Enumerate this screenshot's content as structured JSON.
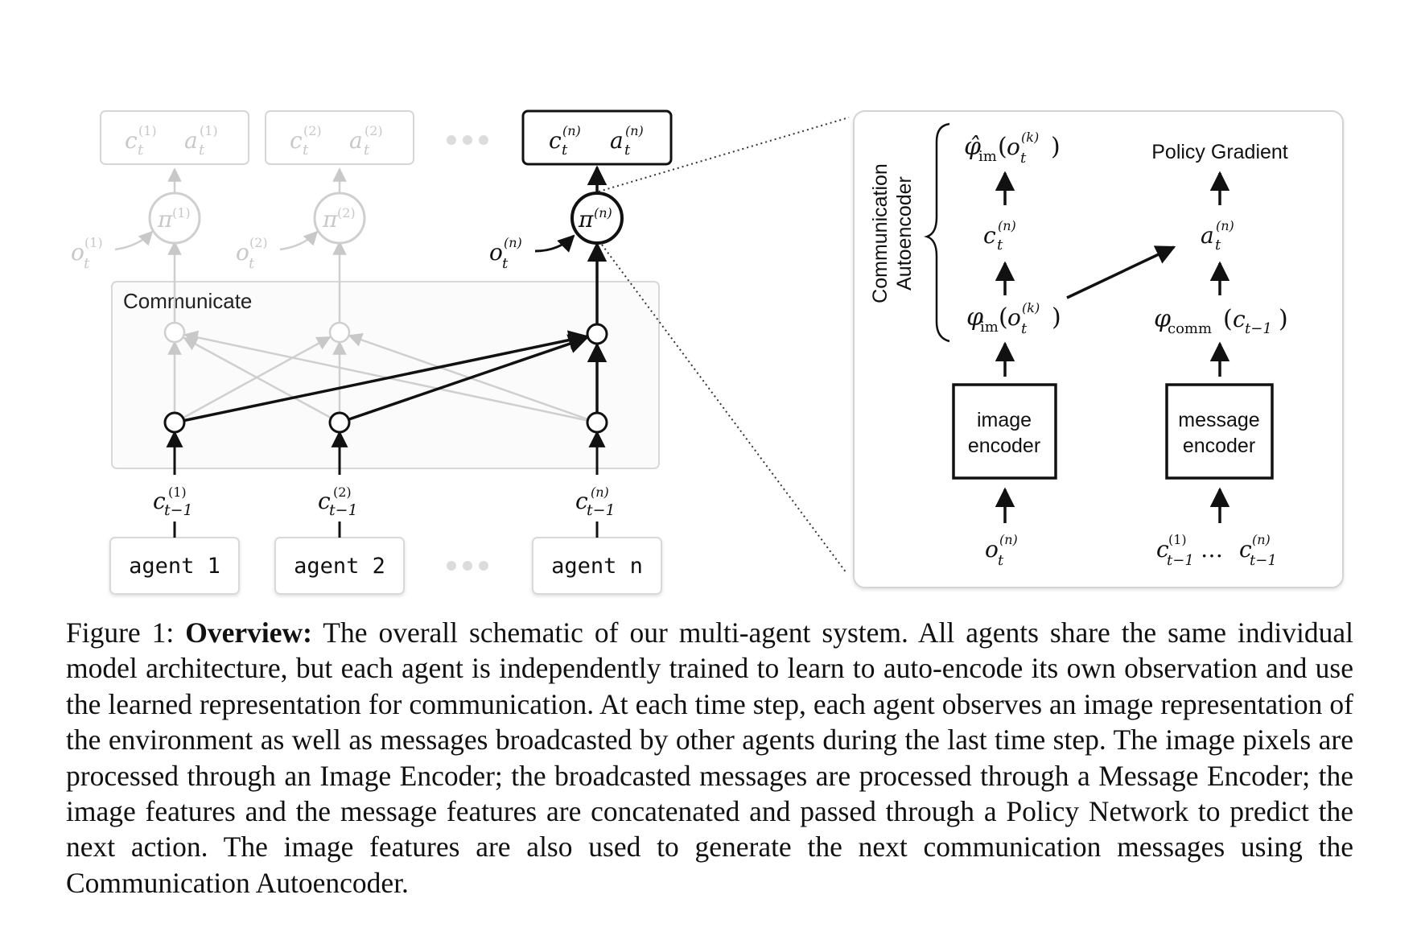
{
  "diagram": {
    "communicate_label": "Communicate",
    "agents": [
      {
        "label": "agent 1",
        "msg_sup": "(1)",
        "obs_sup": "(1)",
        "policy_sup": "(1)",
        "c_sup": "(1)",
        "a_sup": "(1)",
        "prev_sub": "t−1",
        "faded": true
      },
      {
        "label": "agent 2",
        "msg_sup": "(2)",
        "obs_sup": "(2)",
        "policy_sup": "(2)",
        "c_sup": "(2)",
        "a_sup": "(2)",
        "prev_sub": "t−1",
        "faded": true
      },
      {
        "label": "agent n",
        "msg_sup": "(n)",
        "obs_sup": "(n)",
        "policy_sup": "(n)",
        "c_sup": "(n)",
        "a_sup": "(n)",
        "prev_sub": "t−1",
        "faded": false
      }
    ],
    "symbols": {
      "c": "c",
      "a": "a",
      "o": "o",
      "pi": "π",
      "t": "t"
    },
    "ellipsis_color": "#dcdcdc",
    "faded_color": "#c8c8c8"
  },
  "detail": {
    "autoencoder_label_line1": "Communication",
    "autoencoder_label_line2": "Autoencoder",
    "policy_gradient": "Policy Gradient",
    "image_encoder_line1": "image",
    "image_encoder_line2": "encoder",
    "message_encoder_line1": "message",
    "message_encoder_line2": "encoder",
    "phi": "φ",
    "phi_hat": "φ̂",
    "im": "im",
    "comm": "comm",
    "o_sup_k": "(k)",
    "o_sup_n": "(n)",
    "c_sub_prev": "t−1",
    "msg_range_sup_1": "(1)",
    "msg_range_sup_n": "(n)",
    "dots": "…"
  },
  "caption": {
    "prefix": "Figure 1: ",
    "bold": "Overview:",
    "body": " The overall schematic of our multi-agent system. All agents share the same individual model architecture, but each agent is independently trained to learn to auto-encode its own observation and use the learned representation for communication. At each time step, each agent observes an image representation of the environment as well as messages broadcasted by other agents during the last time step. The image pixels are processed through an Image Encoder; the broadcasted messages are processed through a Message Encoder; the image features and the message features are concatenated and passed through a Policy Network to predict the next action. The image features are also used to generate the next communication messages using the Communication Autoencoder."
  }
}
